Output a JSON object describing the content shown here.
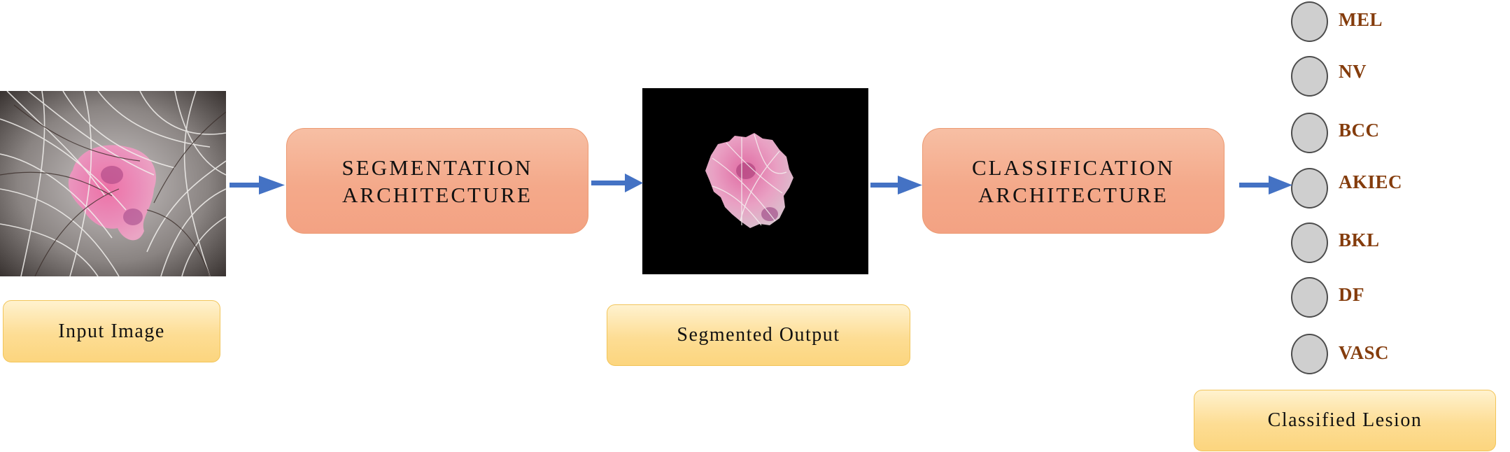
{
  "diagram": {
    "steps": {
      "input_caption": "Input Image",
      "segmentation_line1": "SEGMENTATION",
      "segmentation_line2": "ARCHITECTURE",
      "segmented_caption": "Segmented Output",
      "classification_line1": "CLASSIFICATION",
      "classification_line2": "ARCHITECTURE",
      "classified_caption": "Classified Lesion"
    },
    "classes": [
      "MEL",
      "NV",
      "BCC",
      "AKIEC",
      "BKL",
      "DF",
      "VASC"
    ],
    "colors": {
      "arrow": "#4472c4",
      "class_label": "#843c0c",
      "architecture_box": "#f4b183",
      "caption_box": "#ffd966",
      "node_fill": "#cfcfcf"
    }
  }
}
